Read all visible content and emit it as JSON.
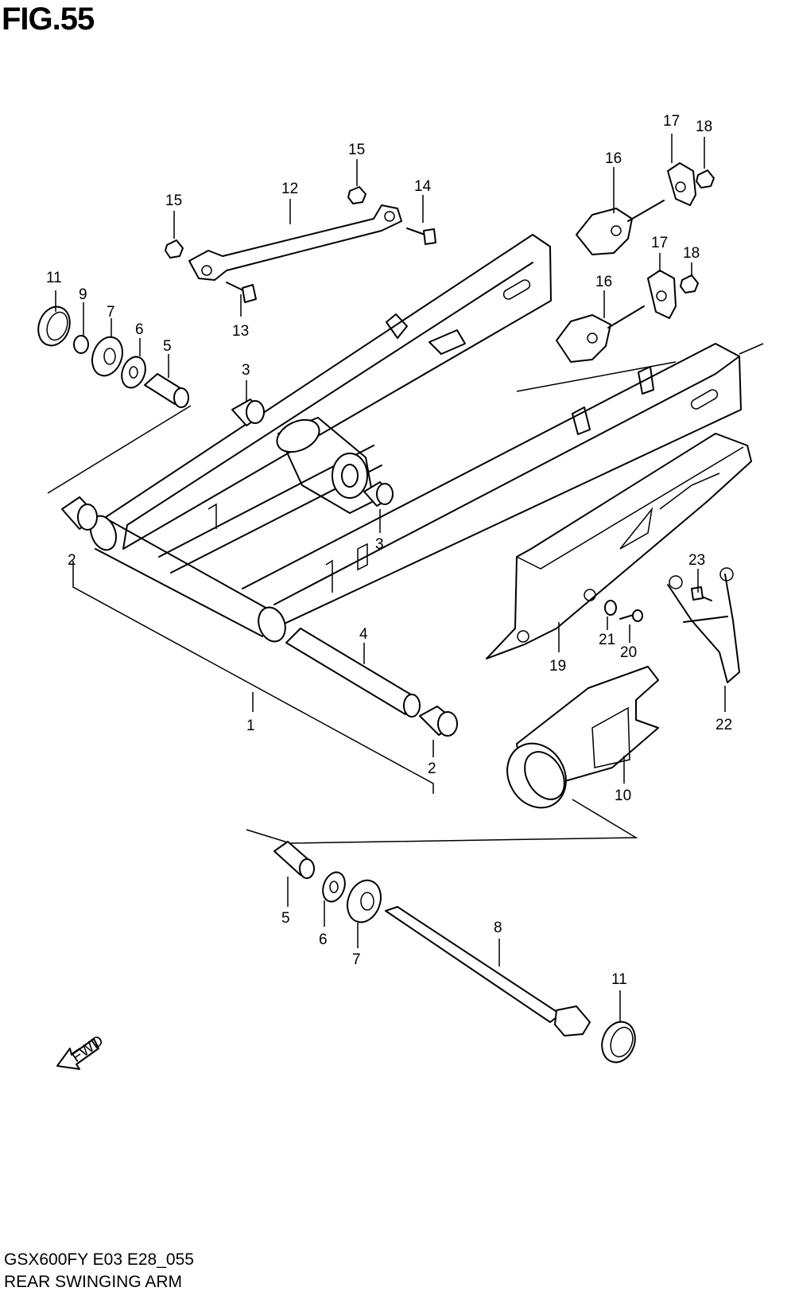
{
  "figure_title": "FIG.55",
  "footer": {
    "code": "GSX600FY E03 E28_055",
    "name": "REAR SWINGING ARM"
  },
  "fwd_label": "FWD",
  "callouts": {
    "c1": "1",
    "c2a": "2",
    "c2b": "2",
    "c3a": "3",
    "c3b": "3",
    "c4": "4",
    "c5a": "5",
    "c5b": "5",
    "c6a": "6",
    "c6b": "6",
    "c7a": "7",
    "c7b": "7",
    "c8": "8",
    "c9": "9",
    "c10": "10",
    "c11a": "11",
    "c11b": "11",
    "c12": "12",
    "c13": "13",
    "c14": "14",
    "c15a": "15",
    "c15b": "15",
    "c16a": "16",
    "c16b": "16",
    "c17a": "17",
    "c17b": "17",
    "c18a": "18",
    "c18b": "18",
    "c19": "19",
    "c20": "20",
    "c21": "21",
    "c22": "22",
    "c23": "23"
  }
}
